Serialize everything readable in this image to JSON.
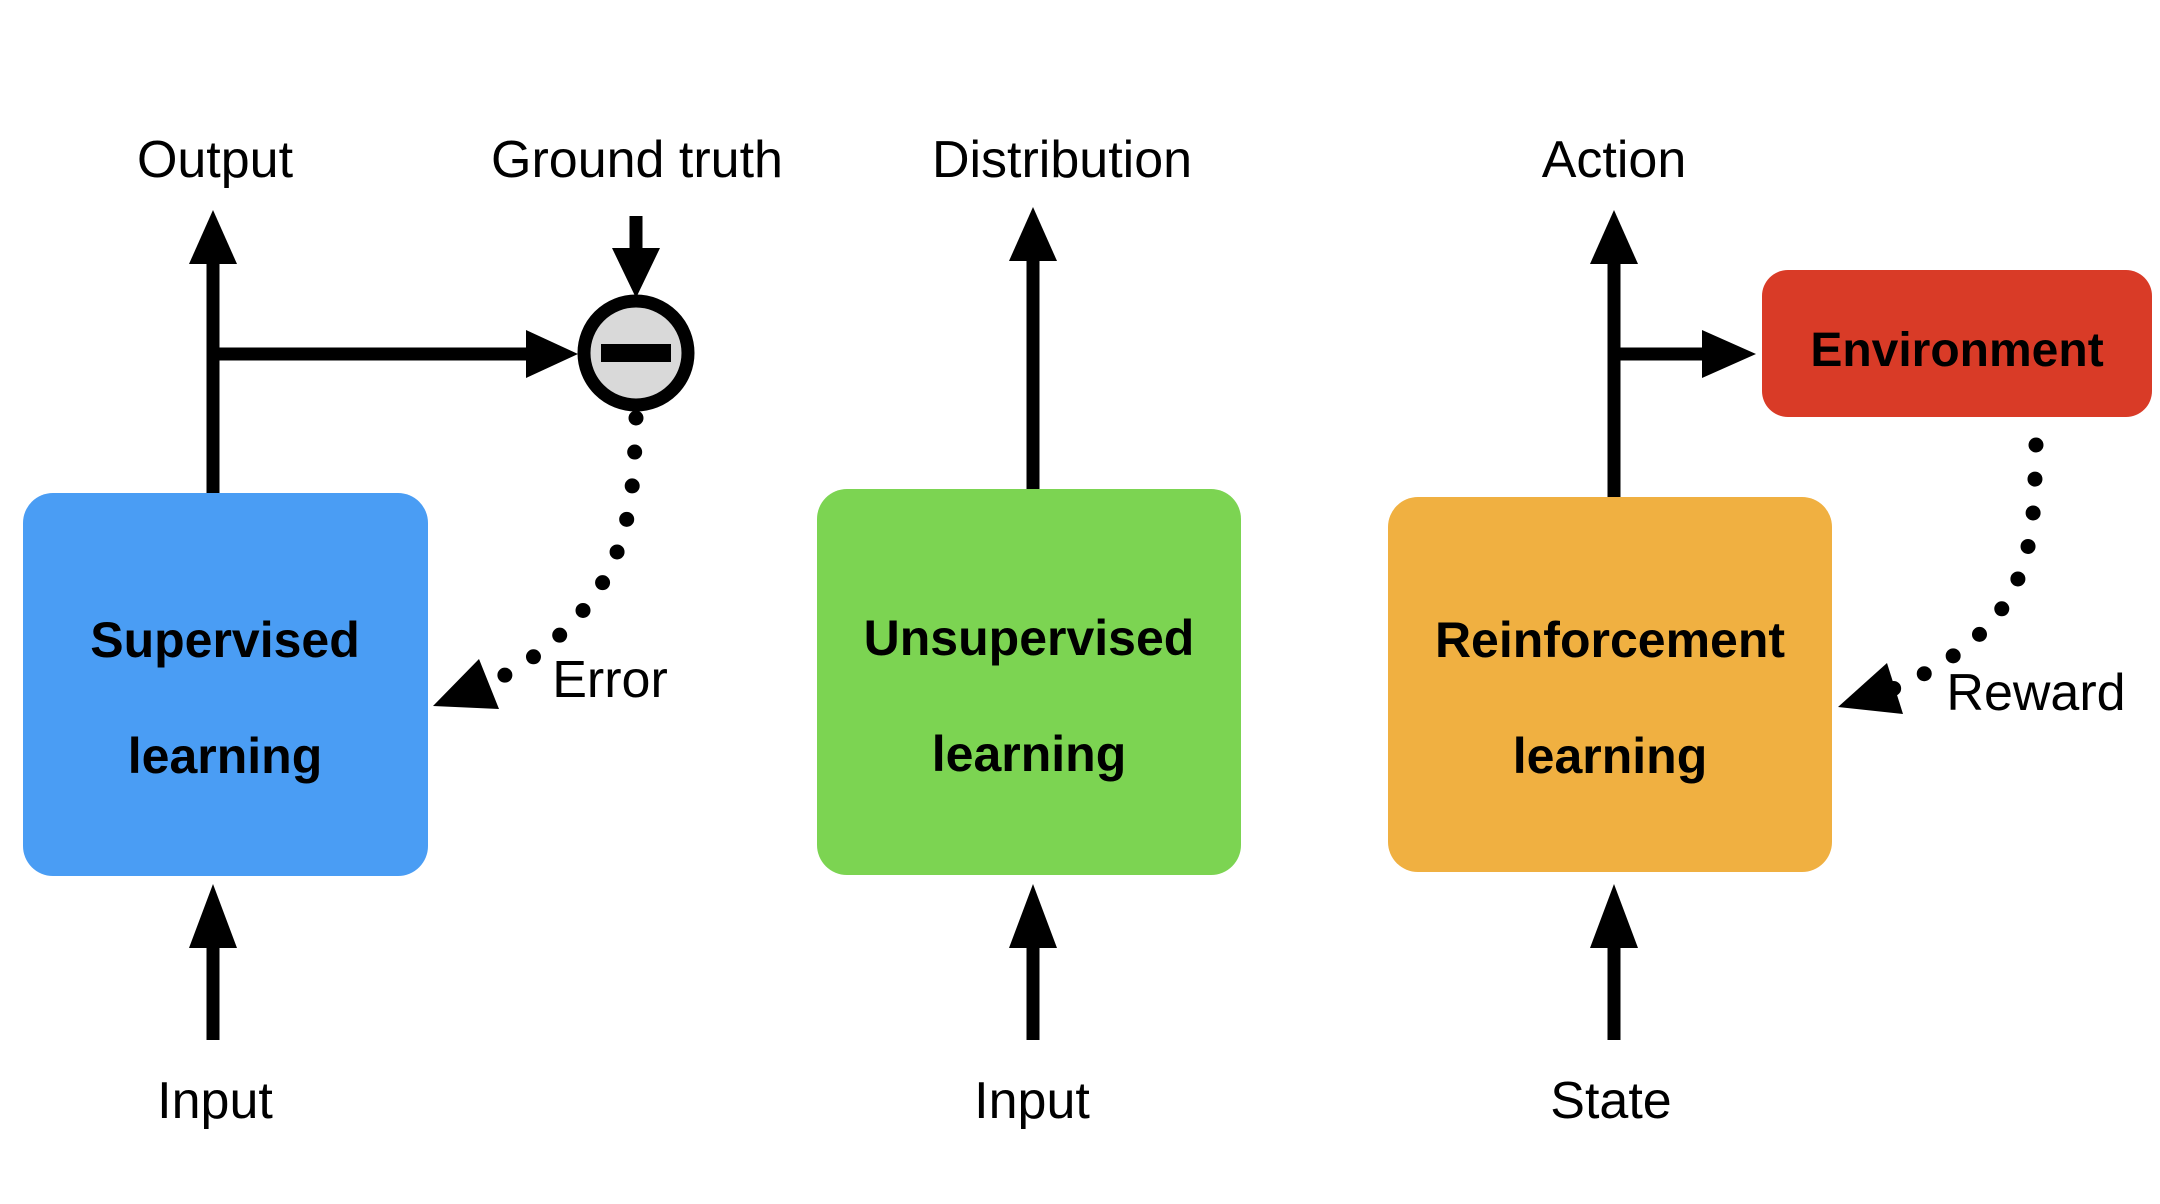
{
  "colors": {
    "background": "#ffffff",
    "stroke": "#000000",
    "supervised_box": "#4a9df4",
    "unsupervised_box": "#7cd452",
    "reinforcement_box": "#f0b041",
    "environment_box": "#d93b27",
    "difference_node_fill": "#d9d9d9"
  },
  "icons": {
    "difference_node": "minus-icon"
  },
  "supervised": {
    "box_line1": "Supervised",
    "box_line2": "learning",
    "output_label": "Output",
    "ground_truth_label": "Ground truth",
    "error_label": "Error",
    "input_label": "Input"
  },
  "unsupervised": {
    "box_line1": "Unsupervised",
    "box_line2": "learning",
    "distribution_label": "Distribution",
    "input_label": "Input"
  },
  "reinforcement": {
    "box_line1": "Reinforcement",
    "box_line2": "learning",
    "action_label": "Action",
    "environment_label": "Environment",
    "reward_label": "Reward",
    "state_label": "State"
  }
}
